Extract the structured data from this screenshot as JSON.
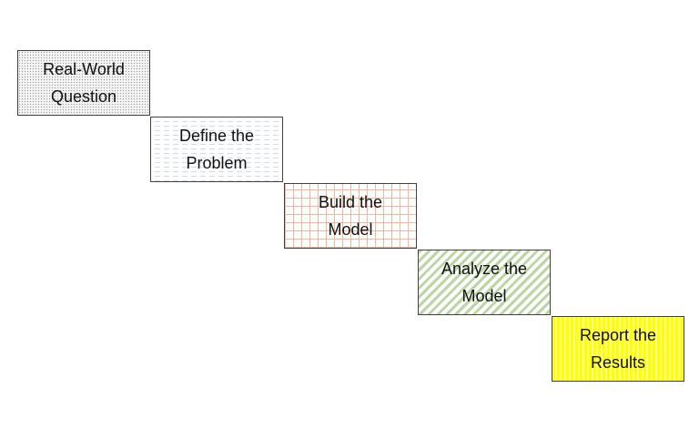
{
  "diagram": {
    "steps": [
      {
        "label": "Real-World\nQuestion",
        "color": "#f3f3f3"
      },
      {
        "label": "Define the\nProblem",
        "color": "#cfdbe9"
      },
      {
        "label": "Build the\nModel",
        "color": "#f1b79a"
      },
      {
        "label": "Analyze the\nModel",
        "color": "#b9d6a3"
      },
      {
        "label": "Report the\nResults",
        "color": "#ffff00"
      }
    ]
  }
}
